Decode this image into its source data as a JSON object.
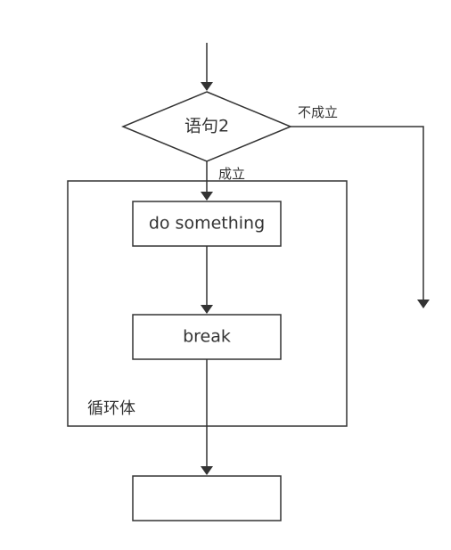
{
  "diagram": {
    "decision": {
      "label": "语句2"
    },
    "edges": {
      "yes_label": "成立",
      "no_label": "不成立"
    },
    "nodes": {
      "do_something": "do something",
      "break": "break",
      "next": ""
    },
    "loop_body": {
      "label": "循环体"
    },
    "colors": {
      "stroke": "#333333",
      "background": "#ffffff",
      "text": "#333333"
    }
  }
}
